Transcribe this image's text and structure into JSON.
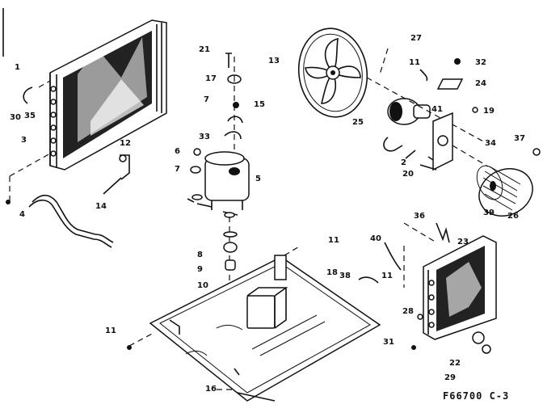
{
  "diagram_code": "F66700 C-3",
  "callouts": {
    "c1": "1",
    "c35": "35",
    "c30": "30",
    "c3": "3",
    "c12": "12",
    "c14": "14",
    "c4": "4",
    "c21": "21",
    "c17": "17",
    "c7a": "7",
    "c15": "15",
    "c33": "33",
    "c6": "6",
    "c7b": "7",
    "c5": "5",
    "c13": "13",
    "c27": "27",
    "c11a": "11",
    "c32": "32",
    "c24": "24",
    "c41": "41",
    "c19": "19",
    "c25": "25",
    "c2": "2",
    "c20": "20",
    "c34": "34",
    "c37": "37",
    "c26": "26",
    "c8": "8",
    "c9": "9",
    "c10": "10",
    "c11b": "11",
    "c36": "36",
    "c23": "23",
    "c39": "39",
    "c40": "40",
    "c11c": "11",
    "c18": "18",
    "c38": "38",
    "c28": "28",
    "c31": "31",
    "c22": "22",
    "c29": "29",
    "c11d": "11",
    "c16": "16"
  }
}
